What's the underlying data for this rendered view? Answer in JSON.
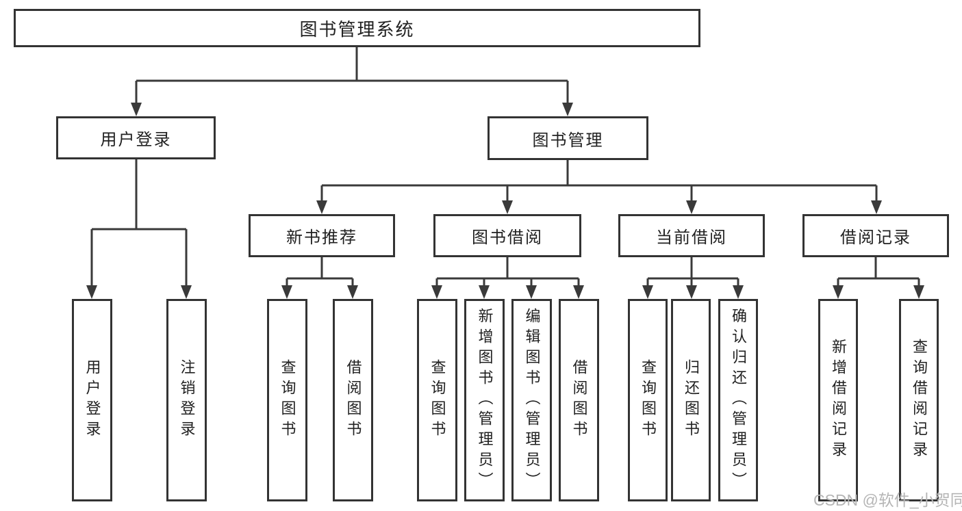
{
  "diagram": {
    "root": {
      "label": "图书管理系统"
    },
    "branches": [
      {
        "label": "用户登录",
        "children": [
          {
            "label": "用户登录"
          },
          {
            "label": "注销登录"
          }
        ]
      },
      {
        "label": "图书管理",
        "children": [
          {
            "label": "新书推荐",
            "children": [
              {
                "label": "查询图书"
              },
              {
                "label": "借阅图书"
              }
            ]
          },
          {
            "label": "图书借阅",
            "children": [
              {
                "label": "查询图书"
              },
              {
                "label": "新增图书（管理员）"
              },
              {
                "label": "编辑图书（管理员）"
              },
              {
                "label": "借阅图书"
              }
            ]
          },
          {
            "label": "当前借阅",
            "children": [
              {
                "label": "查询图书"
              },
              {
                "label": "归还图书"
              },
              {
                "label": "确认归还（管理员）"
              }
            ]
          },
          {
            "label": "借阅记录",
            "children": [
              {
                "label": "新增借阅记录"
              },
              {
                "label": "查询借阅记录"
              }
            ]
          }
        ]
      }
    ]
  },
  "watermark": {
    "text": "CSDN @软件_小贺同学"
  },
  "colors": {
    "line": "#3a3a3a",
    "border": "#333333",
    "text": "#212121",
    "watermark": "#b5b5b5",
    "background": "#ffffff"
  }
}
